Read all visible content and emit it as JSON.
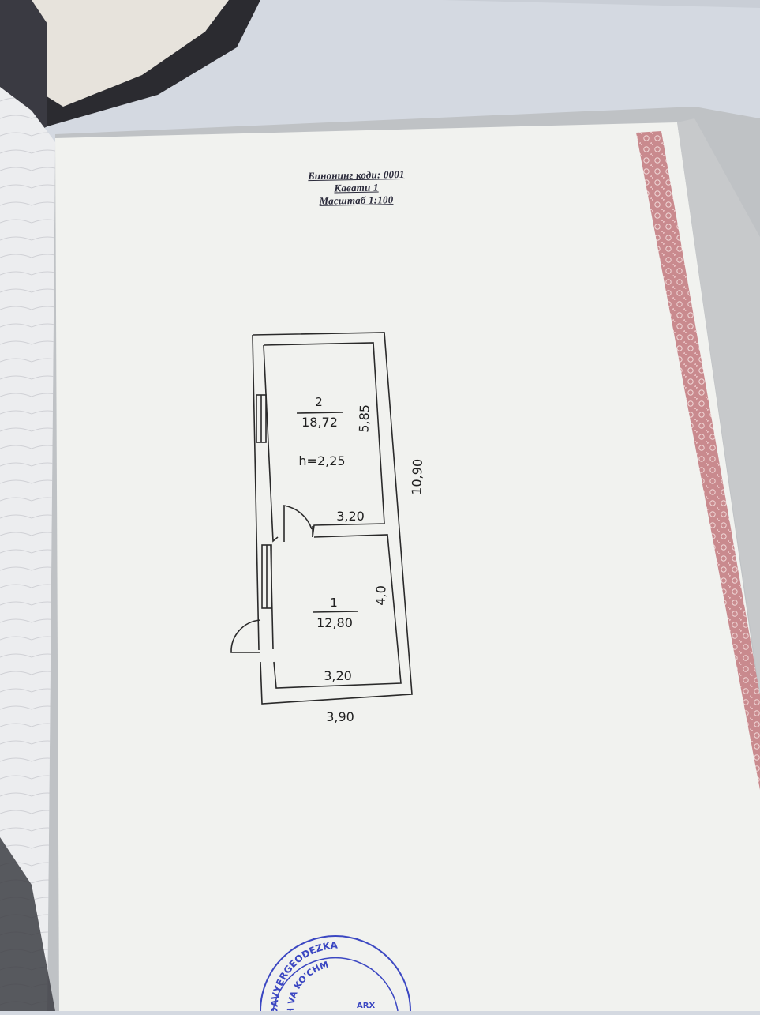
{
  "header": {
    "building_code": "Бинонинг коди: 0001",
    "floor": "Кавати 1",
    "scale": "Масштаб 1:100"
  },
  "plan": {
    "room_2": {
      "number": "2",
      "area": "18,72",
      "height": "h=2,25",
      "length": "5,85",
      "width": "3,20"
    },
    "room_1": {
      "number": "1",
      "area": "12,80",
      "length": "4,0",
      "width": "3,20"
    },
    "total_length": "10,90",
    "total_width": "3,90"
  },
  "stamp": {
    "line1": "DAVYERGEODEZKA",
    "line2": "H VA KO'CHM",
    "line3": "ARX"
  },
  "colors": {
    "paper": "#f1f2ef",
    "border_band": "#c98a8e",
    "stamp": "#3b47c2"
  }
}
